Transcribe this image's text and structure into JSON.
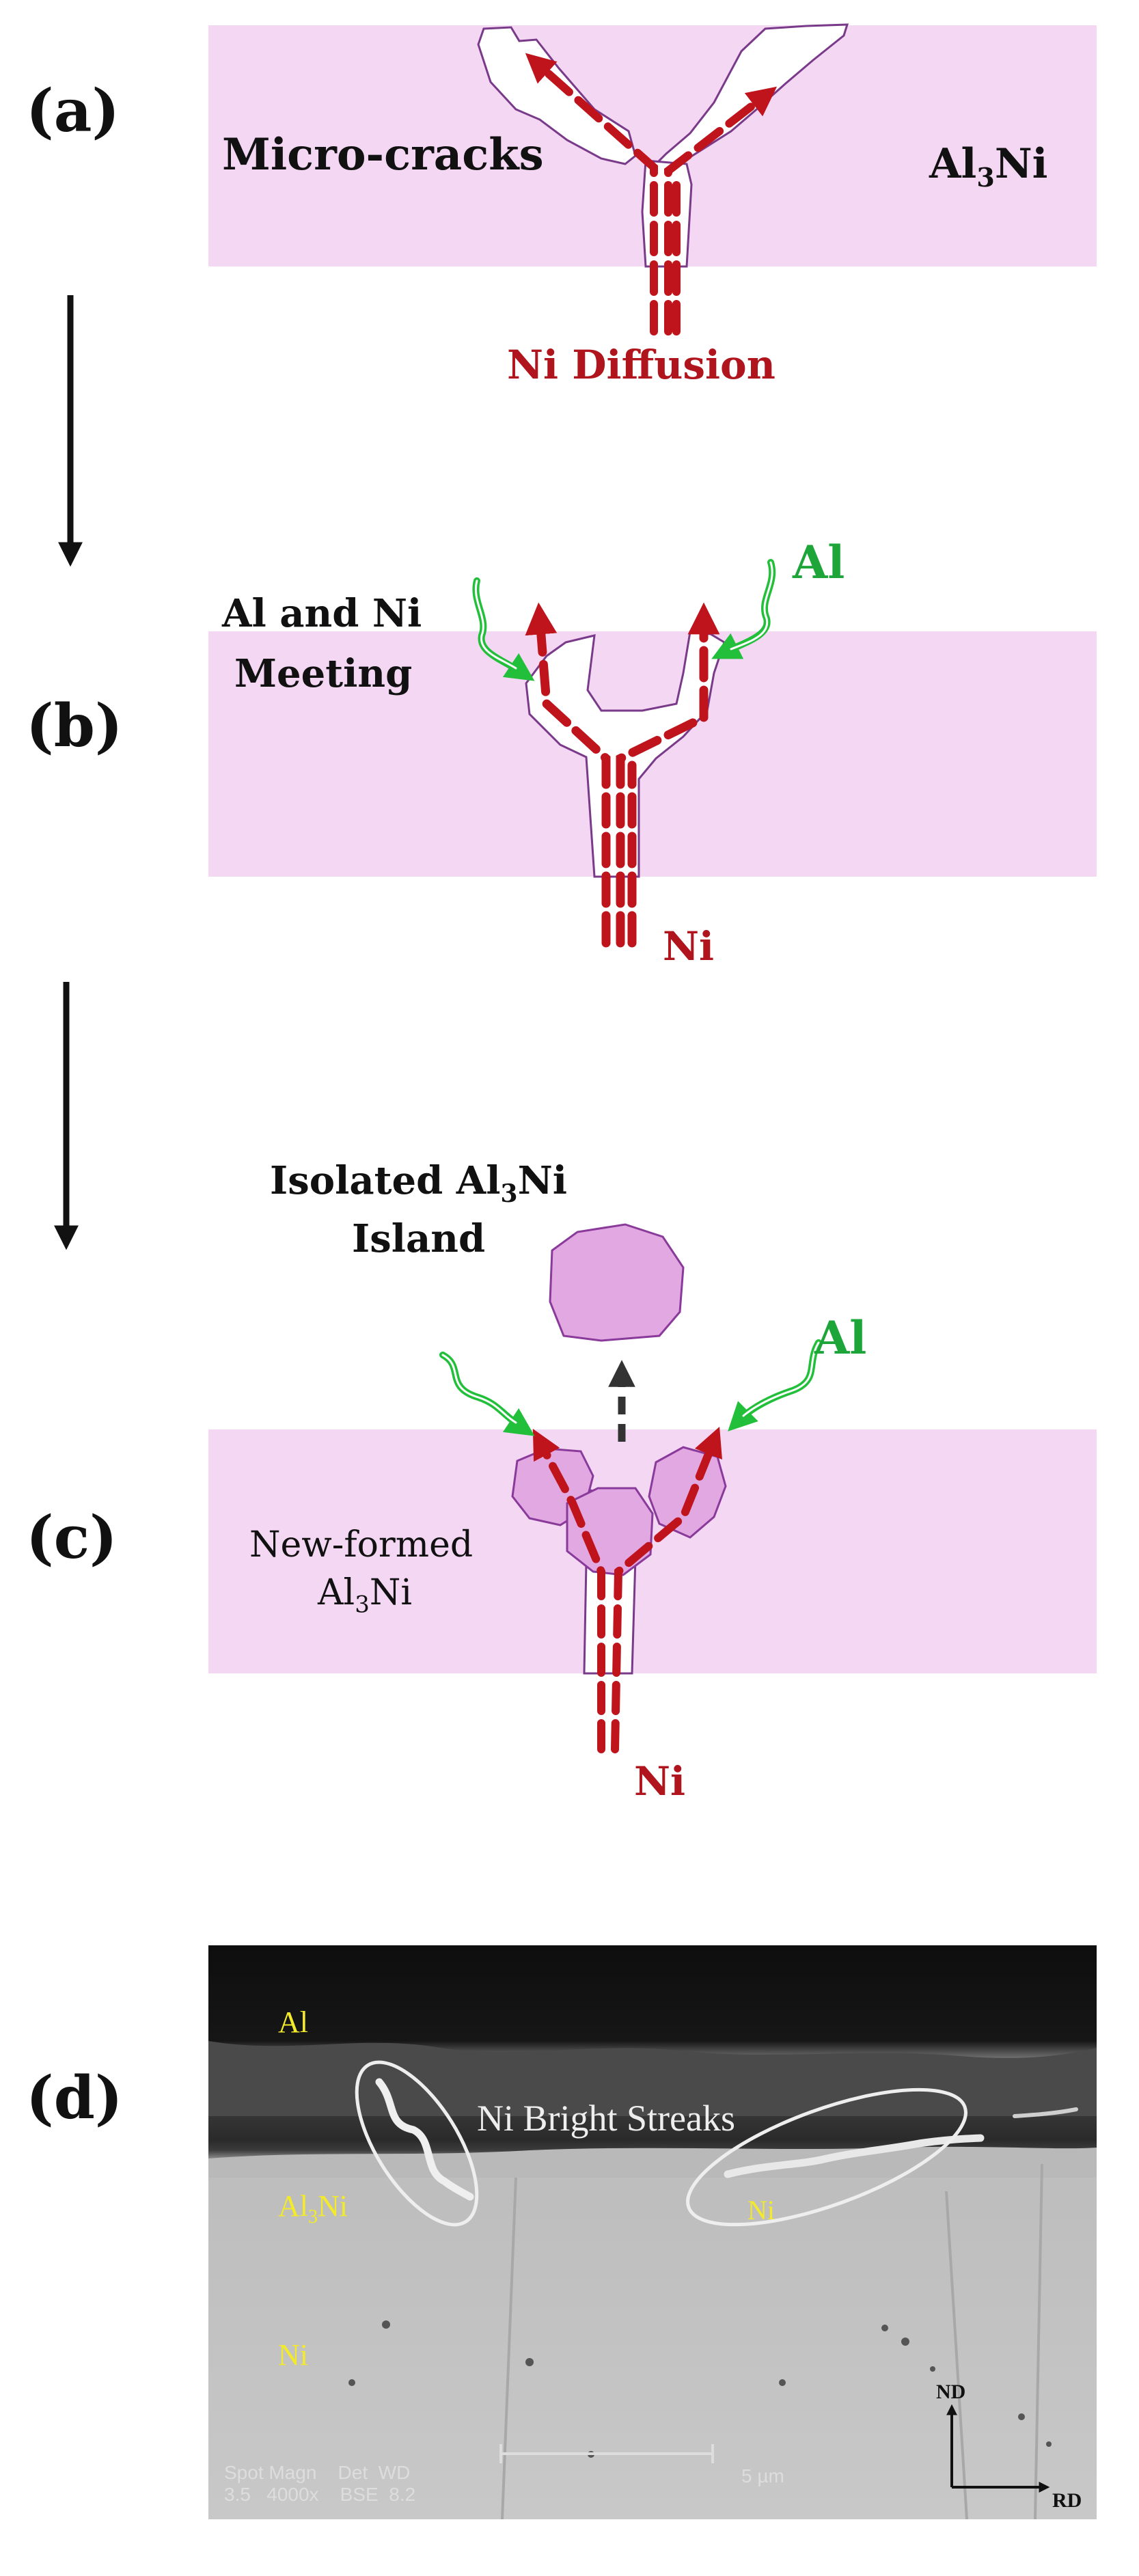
{
  "colors": {
    "layer": "#f3d7f3",
    "grain": "#e2a8e2",
    "grain_edge": "#8a3a9a",
    "crack_edge": "#7a3a8a",
    "nickel_arrow": "#c0141c",
    "aluminium_arrow": "#22c03a",
    "growth_arrow": "#333333",
    "label_text": "#111111",
    "sem_label": "#f2ea2a",
    "sem_ellipse": "#eeeeee"
  },
  "panels": {
    "a": {
      "label": "(a)",
      "microcracks": "Micro-cracks",
      "phase_prefix": "Al",
      "phase_sub": "3",
      "phase_suffix": "Ni",
      "diffusion": "Ni Diffusion"
    },
    "b": {
      "label": "(b)",
      "meeting_line1": "Al and Ni",
      "meeting_line2": "Meeting",
      "al": "Al",
      "ni": "Ni"
    },
    "c": {
      "label": "(c)",
      "island_prefix": "Isolated Al",
      "island_sub": "3",
      "island_suffix": "Ni",
      "island_line2": "Island",
      "newformed_line1": "New-formed",
      "newformed_prefix": "Al",
      "newformed_sub": "3",
      "newformed_suffix": "Ni",
      "al": "Al",
      "ni": "Ni"
    },
    "d": {
      "label": "(d)",
      "al": "Al",
      "al3ni_prefix": "Al",
      "al3ni_sub": "3",
      "al3ni_suffix": "Ni",
      "ni": "Ni",
      "streak_ni": "Ni",
      "streaks": "Ni Bright Streaks",
      "info_row1": "Spot Magn    Det  WD",
      "info_row2": "3.5   4000x    BSE  8.2",
      "scale_text": "5 µm",
      "axis_nd": "ND",
      "axis_rd": "RD"
    }
  },
  "icons": {
    "flow_arrow_1": "down-arrow-icon",
    "flow_arrow_2": "down-arrow-icon"
  }
}
